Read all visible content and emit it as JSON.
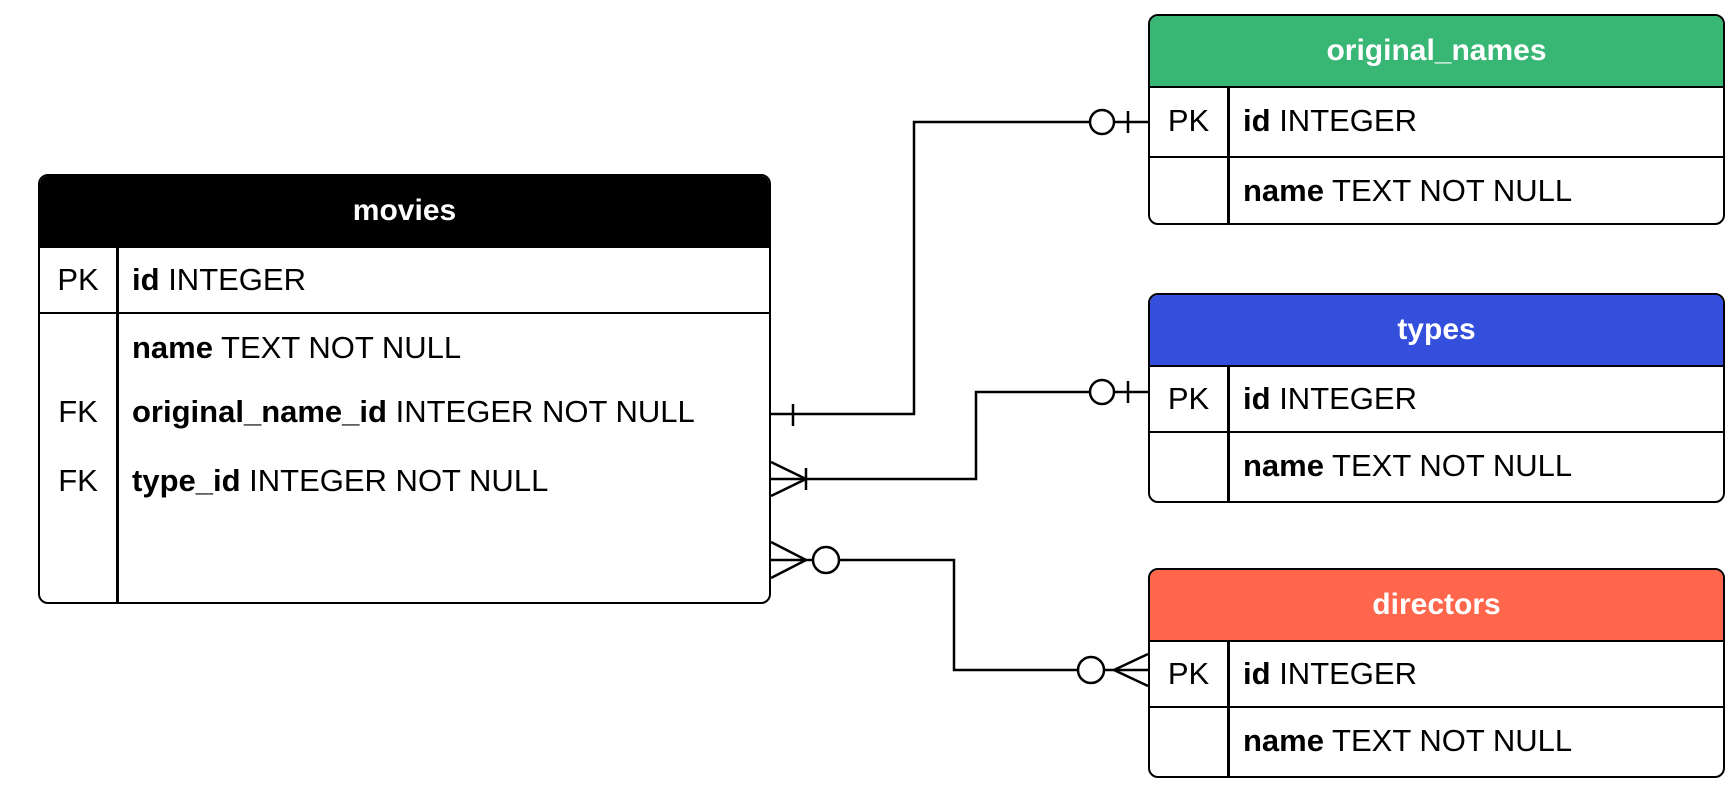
{
  "entities": {
    "movies": {
      "title": "movies",
      "pk_label": "PK",
      "pk": {
        "name": "id",
        "type": "INTEGER"
      },
      "columns": [
        {
          "key": "",
          "name": "name",
          "type": "TEXT NOT NULL"
        },
        {
          "key": "FK",
          "name": "original_name_id",
          "type": "INTEGER NOT NULL"
        },
        {
          "key": "FK",
          "name": "type_id",
          "type": "INTEGER NOT NULL"
        }
      ],
      "header_color": "#000000"
    },
    "original_names": {
      "title": "original_names",
      "pk_label": "PK",
      "pk": {
        "name": "id",
        "type": "INTEGER"
      },
      "columns": [
        {
          "name": "name",
          "type": "TEXT NOT NULL"
        }
      ],
      "header_color": "#38b673"
    },
    "types": {
      "title": "types",
      "pk_label": "PK",
      "pk": {
        "name": "id",
        "type": "INTEGER"
      },
      "columns": [
        {
          "name": "name",
          "type": "TEXT NOT NULL"
        }
      ],
      "header_color": "#334fdb"
    },
    "directors": {
      "title": "directors",
      "pk_label": "PK",
      "pk": {
        "name": "id",
        "type": "INTEGER"
      },
      "columns": [
        {
          "name": "name",
          "type": "TEXT NOT NULL"
        }
      ],
      "header_color": "#ff664b"
    }
  },
  "relationships": [
    {
      "from": "movies.original_name_id",
      "to": "original_names.id",
      "from_end": "one",
      "to_end": "zero-or-one"
    },
    {
      "from": "movies.type_id",
      "to": "types.id",
      "from_end": "one-or-many",
      "to_end": "zero-or-one"
    },
    {
      "from": "movies",
      "to": "directors.id",
      "from_end": "zero-or-many",
      "to_end": "zero-or-many"
    }
  ]
}
